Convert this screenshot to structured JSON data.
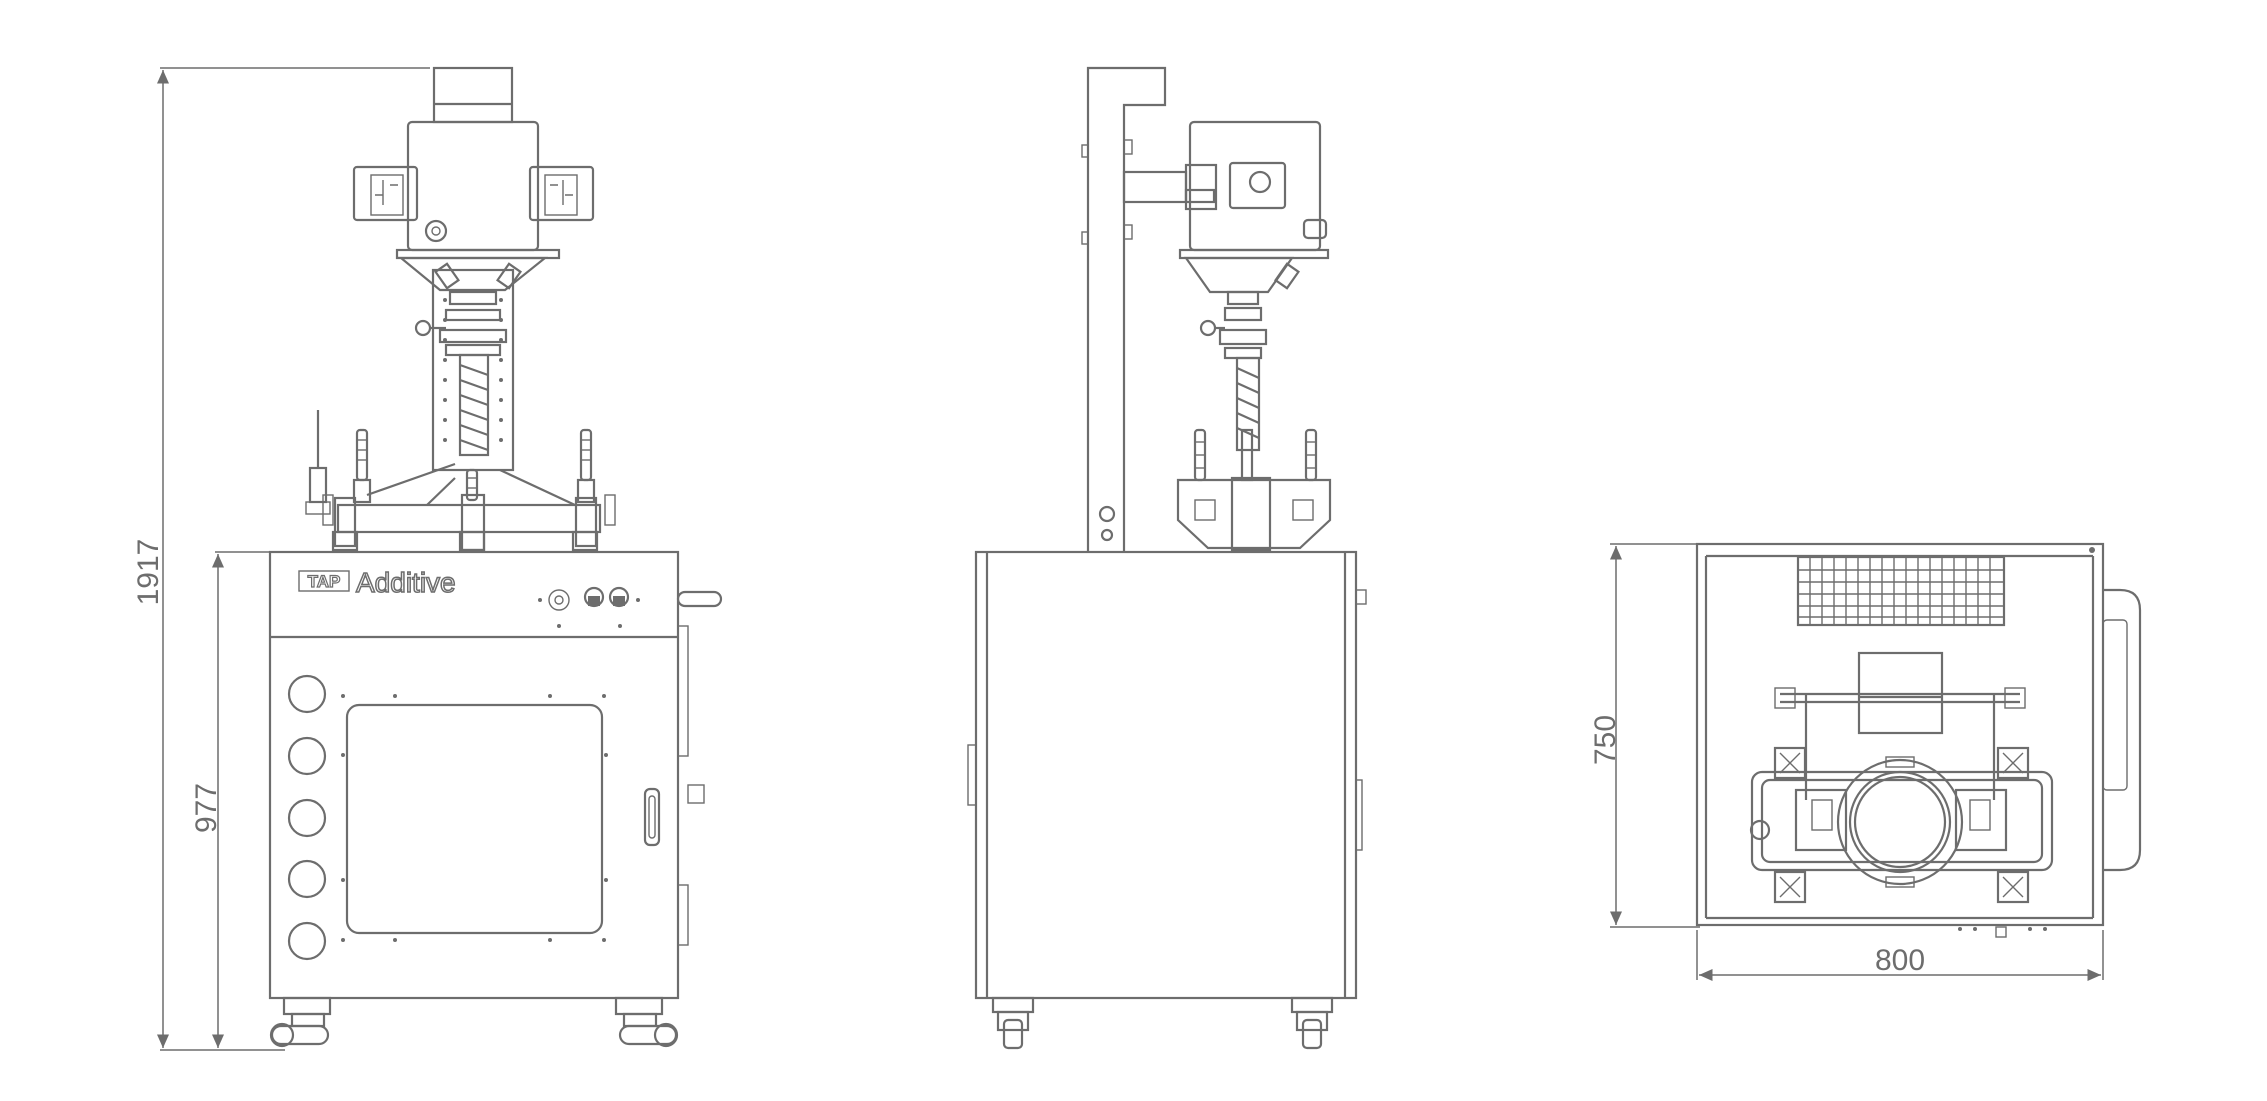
{
  "dimensions": {
    "total_height": "1917",
    "cabinet_height": "977",
    "depth": "750",
    "width": "800"
  },
  "branding": {
    "logo_mark": "TAP",
    "logo_text": "Additive"
  },
  "views": [
    "front",
    "side",
    "top"
  ],
  "colors": {
    "line": "#6d6d6d",
    "background": "#ffffff"
  }
}
